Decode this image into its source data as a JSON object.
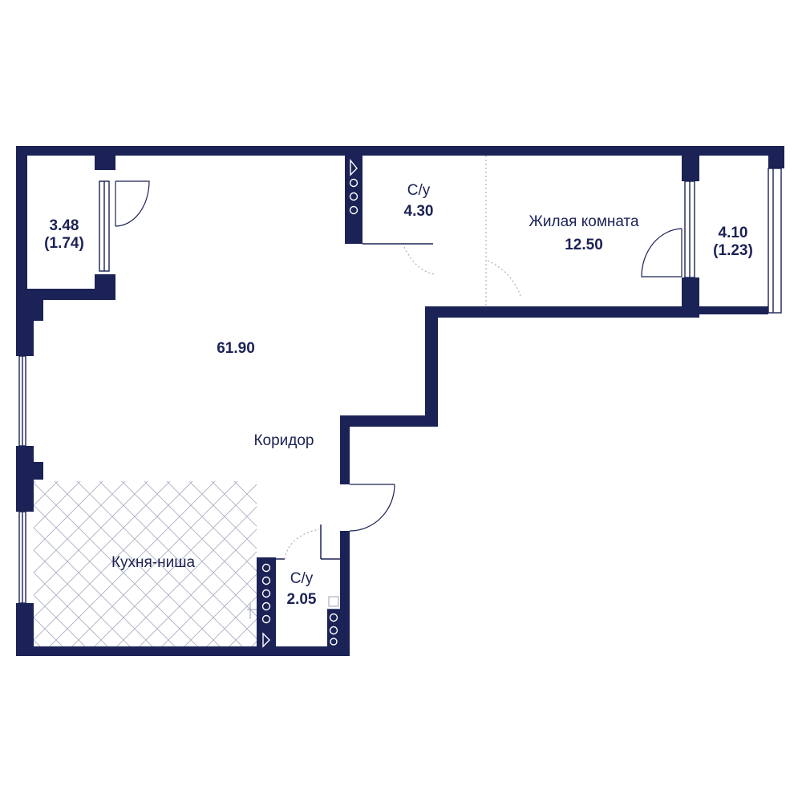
{
  "plan": {
    "colors": {
      "wall": "#1b2255",
      "line": "#9aa0b4",
      "hatch": "#aab0c3",
      "background": "#ffffff"
    },
    "rooms": {
      "balcony_left": {
        "area": "3.48",
        "area_reduced": "(1.74)"
      },
      "bathroom_top": {
        "name": "С/у",
        "area": "4.30"
      },
      "living_room": {
        "name": "Жилая комната",
        "area": "12.50"
      },
      "balcony_right": {
        "area": "4.10",
        "area_reduced": "(1.23)"
      },
      "main_space": {
        "area": "61.90"
      },
      "corridor": {
        "name": "Коридор"
      },
      "kitchen_niche": {
        "name": "Кухня-ниша"
      },
      "bathroom_bottom": {
        "name": "С/у",
        "area": "2.05"
      }
    }
  }
}
